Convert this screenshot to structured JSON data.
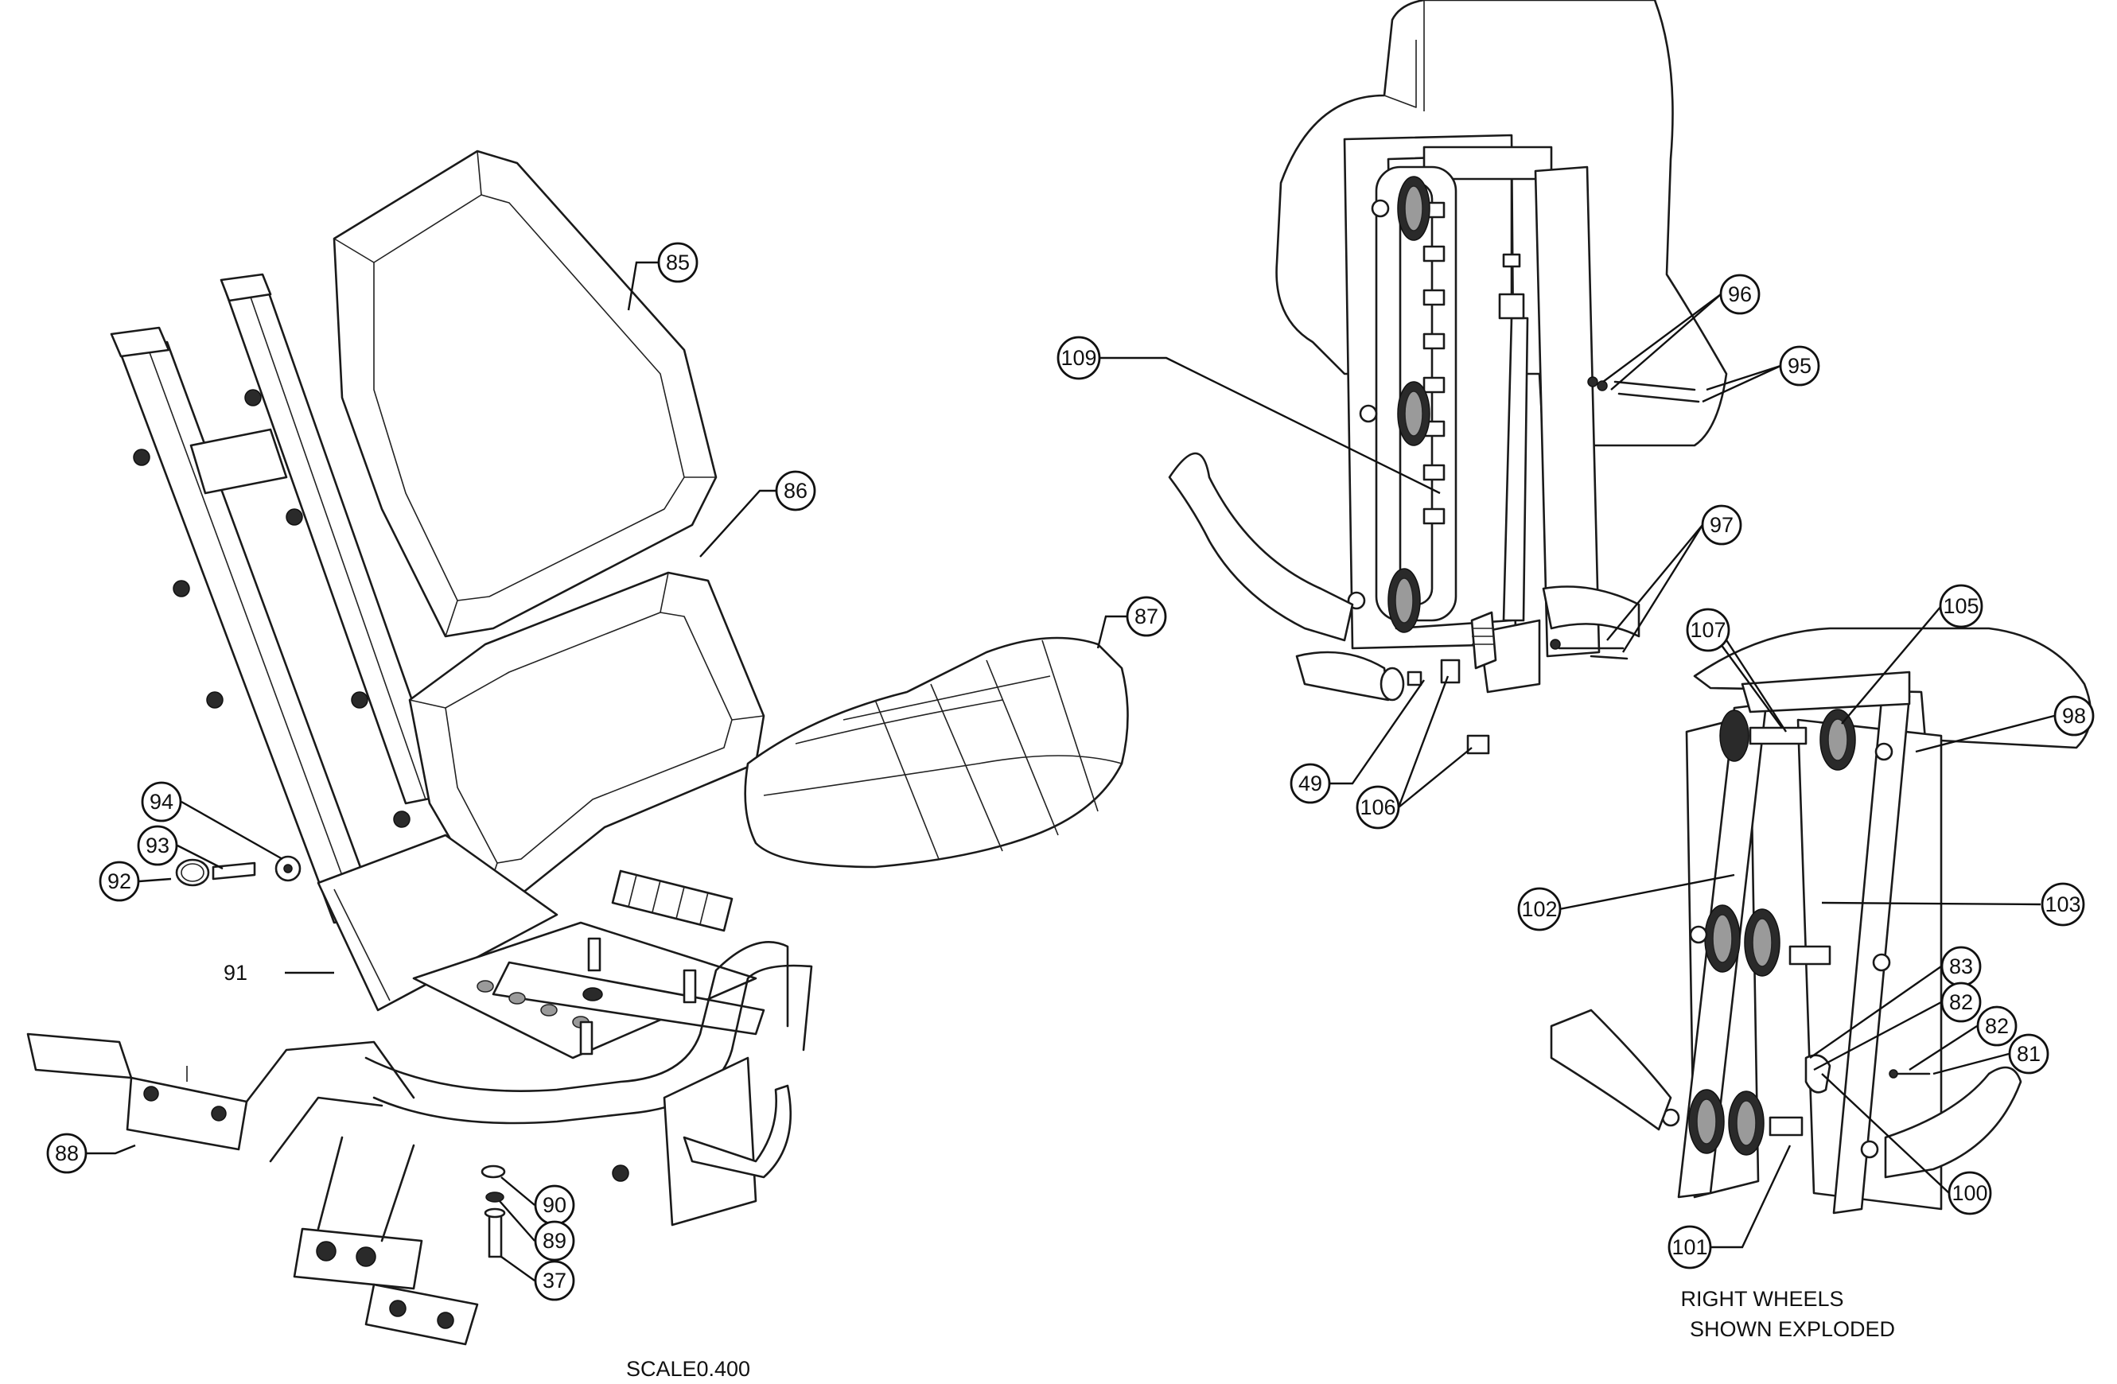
{
  "callouts": {
    "c85": "85",
    "c86": "86",
    "c87": "87",
    "c94": "94",
    "c93": "93",
    "c92": "92",
    "c91": "91",
    "c88": "88",
    "c90": "90",
    "c89": "89",
    "c37": "37",
    "c109": "109",
    "c96": "96",
    "c95": "95",
    "c97": "97",
    "c49": "49",
    "c106": "106",
    "c107": "107",
    "c105": "105",
    "c98": "98",
    "c102": "102",
    "c103": "103",
    "c83": "83",
    "c82a": "82",
    "c82b": "82",
    "c81": "81",
    "c100": "100",
    "c101": "101"
  },
  "notes": {
    "right_wheels_line1": "RIGHT WHEELS",
    "right_wheels_line2": "SHOWN EXPLODED",
    "scale": "SCALE0.400"
  }
}
